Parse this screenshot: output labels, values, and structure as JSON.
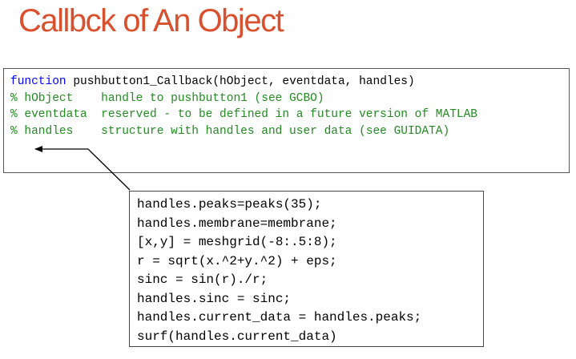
{
  "title": "Callbck of An Object",
  "function_header": {
    "keyword": "function",
    "signature": " pushbutton1_Callback(hObject, eventdata, handles)",
    "comments": [
      "% hObject    handle to pushbutton1 (see GCBO)",
      "% eventdata  reserved - to be defined in a future version of MATLAB",
      "% handles    structure with handles and user data (see GUIDATA)"
    ]
  },
  "snippet_lines": [
    "handles.peaks=peaks(35);",
    "handles.membrane=membrane;",
    "[x,y] = meshgrid(-8:.5:8);",
    "r = sqrt(x.^2+y.^2) + eps;",
    "sinc = sin(r)./r;",
    "handles.sinc = sinc;",
    "handles.current_data = handles.peaks;",
    "surf(handles.current_data)"
  ],
  "colors": {
    "title": "#d9502e",
    "keyword": "#0000ff",
    "comment": "#228b22"
  }
}
